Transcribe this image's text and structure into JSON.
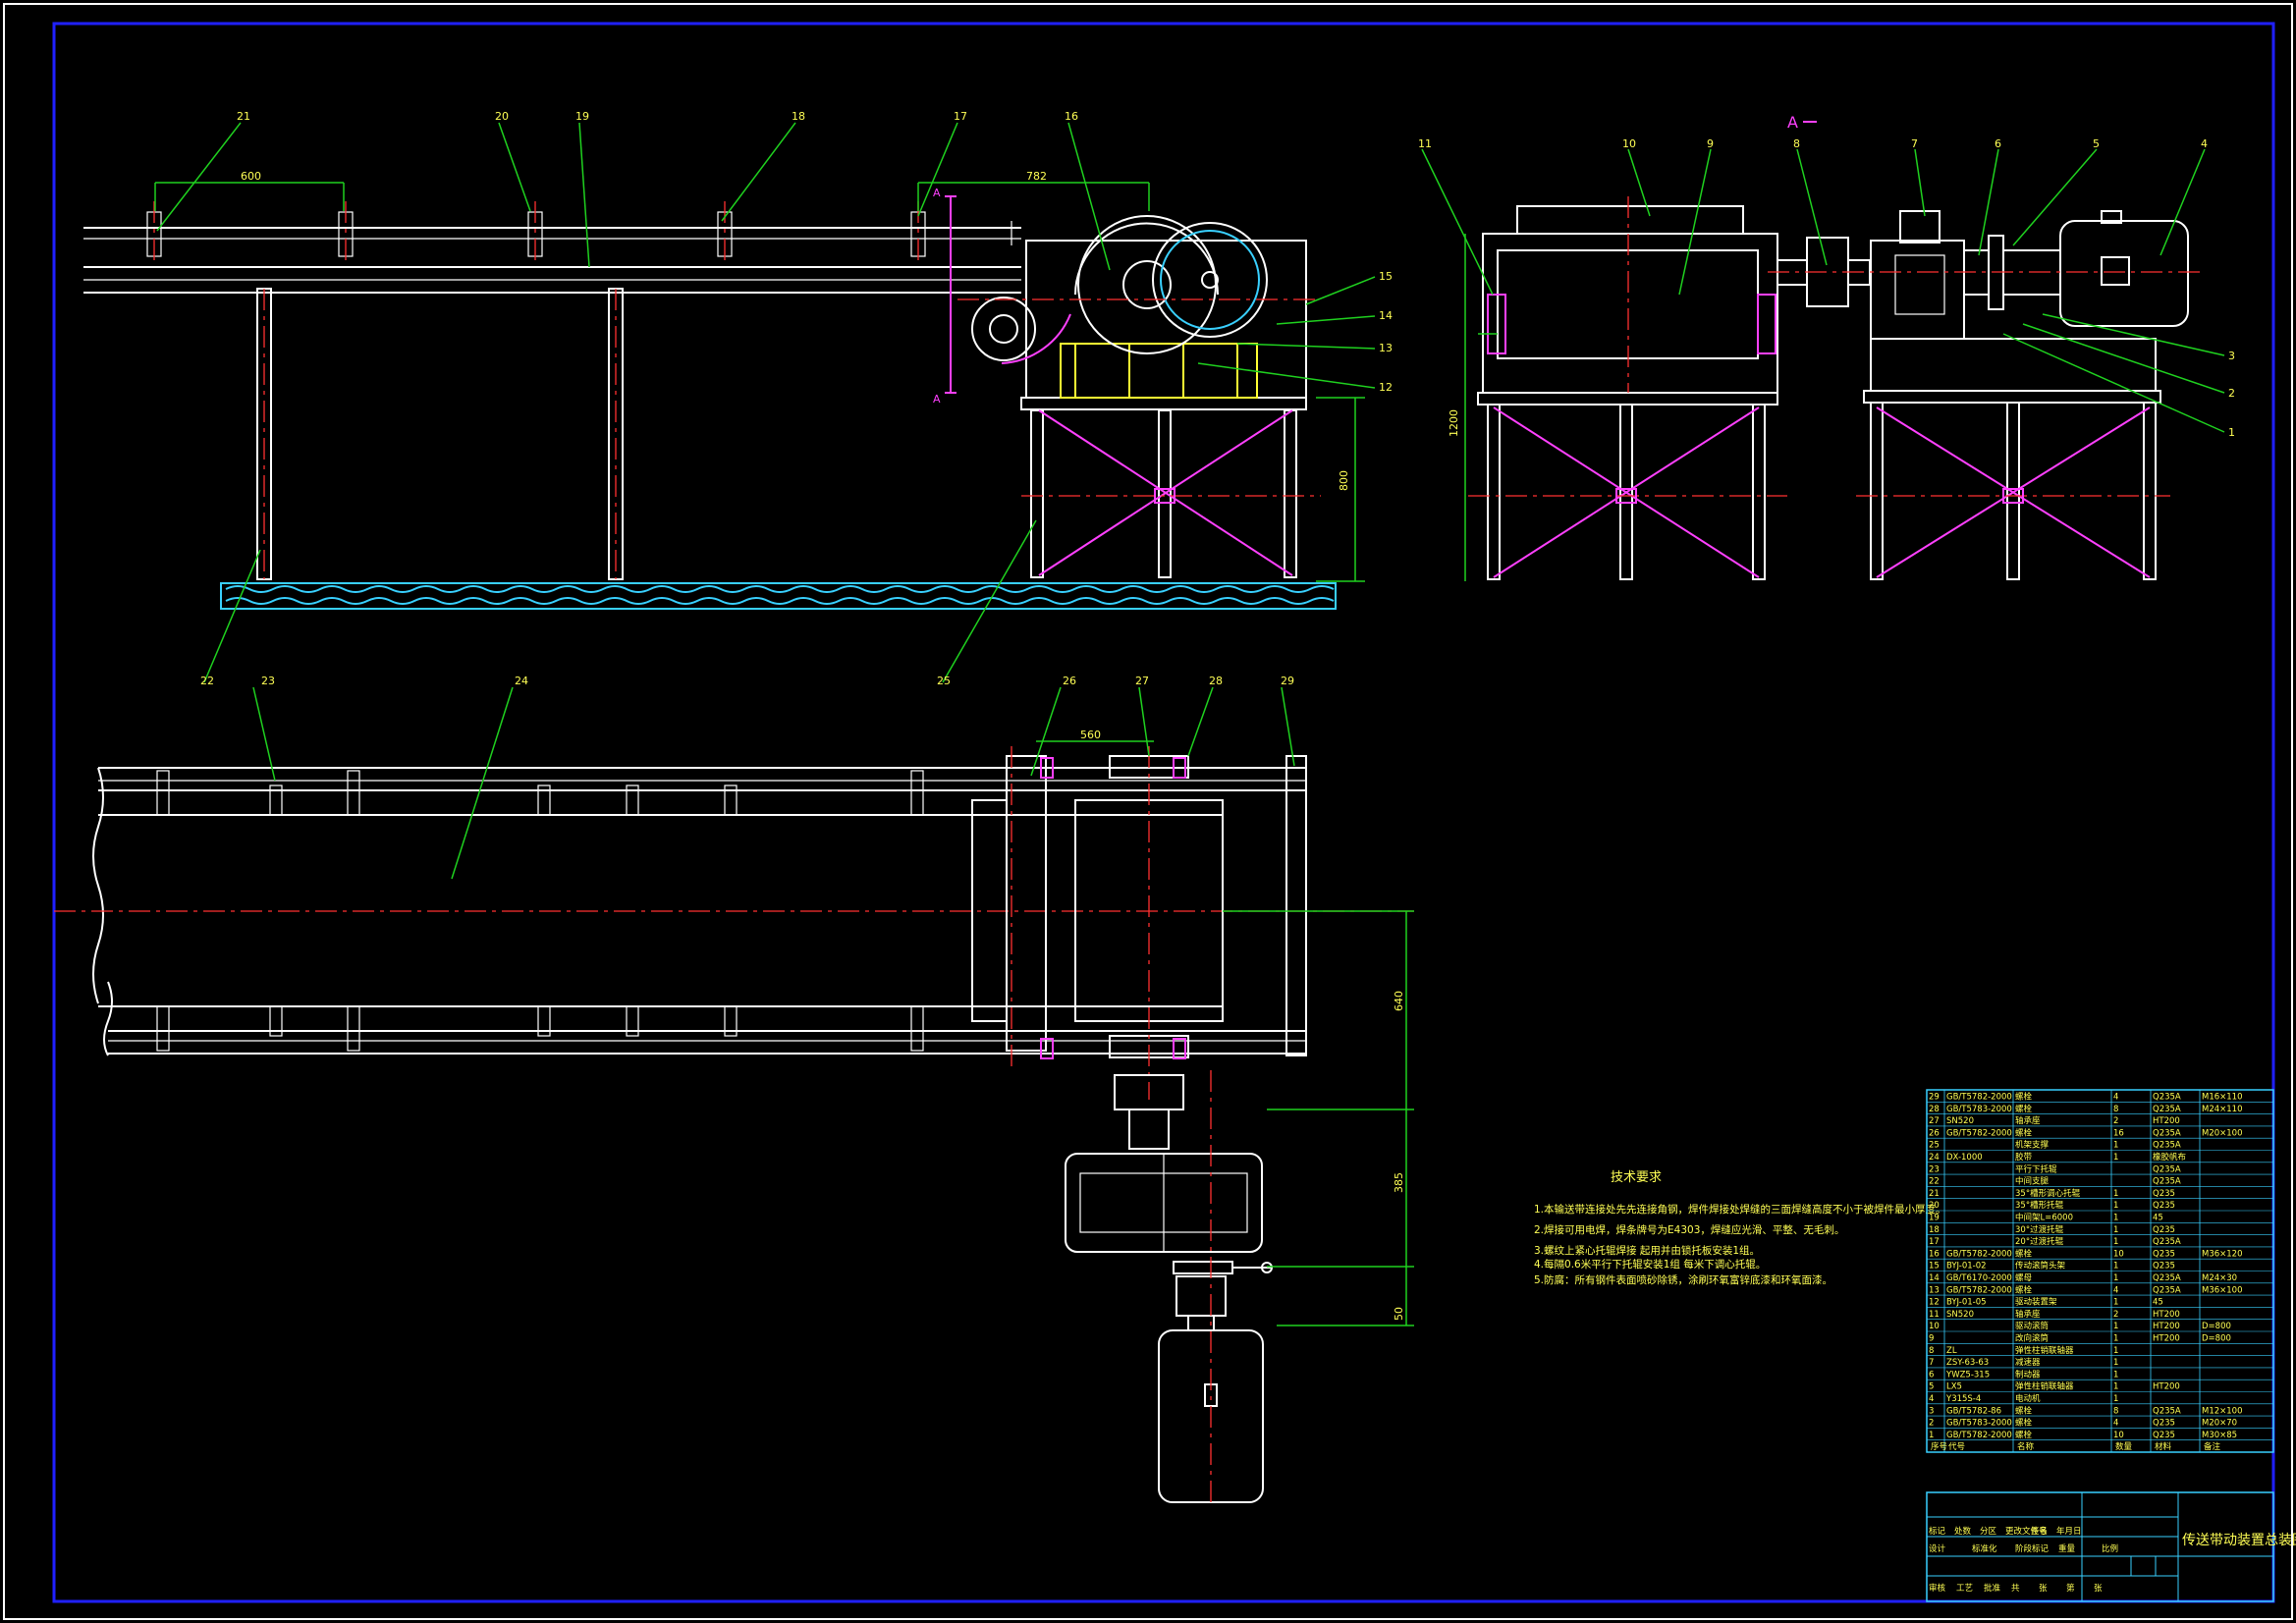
{
  "drawing": {
    "frame_colors": {
      "outer": "#ffffff",
      "inner": "#2020ff",
      "dimension": "#1fd11f",
      "center_line": "#ff3030",
      "text": "#ffff55"
    },
    "section_marker": "A",
    "balloons_front": [
      "21",
      "20",
      "19",
      "18",
      "17",
      "16",
      "15",
      "14",
      "13",
      "12"
    ],
    "balloons_side": [
      "11",
      "10",
      "9",
      "8",
      "7",
      "6",
      "5",
      "4",
      "3",
      "2",
      "1"
    ],
    "balloons_plan": [
      "22",
      "23",
      "24",
      "25",
      "26",
      "27",
      "28",
      "29"
    ],
    "dimensions": {
      "idler_spacing": "600",
      "head_span": "782",
      "frame_height": "800",
      "side_height": "1200",
      "plan_top": "560",
      "plan_a": "640",
      "plan_b": "385",
      "plan_c": "50"
    },
    "tech_req": {
      "title": "技术要求",
      "items": [
        "1.本输送带连接处先先连接角钢，焊件焊接处焊缝的三面焊缝高度不小于被焊件最小厚度。",
        "2.焊接可用电焊，焊条牌号为E4303，焊缝应光滑、平整、无毛刺。",
        "3.螺纹上紧心托辊焊接  起用并由锁托板安装1组。",
        "4.每隔0.6米平行下托辊安装1组  每米下调心托辊。",
        "5.防腐：所有钢件表面喷砂除锈，涂刷环氧富锌底漆和环氧面漆。"
      ]
    },
    "title_block": {
      "title": "传送带动装置总装图",
      "header_cells": [
        "标记",
        "处数",
        "分区",
        "更改文件号",
        "签名",
        "年月日"
      ],
      "row2_cells": [
        "设计",
        "标准化",
        "阶段标记",
        "重量",
        "比例"
      ],
      "row3_cells": [
        "审核",
        "工艺",
        "批准",
        "共",
        "张",
        "第",
        "张"
      ]
    },
    "bom_header": [
      "序号",
      "代号",
      "名称",
      "数量",
      "材料",
      "备注"
    ],
    "bom": [
      [
        "29",
        "GB/T5782-2000",
        "螺栓",
        "4",
        "Q235A",
        "M16×110"
      ],
      [
        "28",
        "GB/T5783-2000",
        "螺栓",
        "8",
        "Q235A",
        "M24×110"
      ],
      [
        "27",
        "SN520",
        "轴承座",
        "2",
        "HT200",
        ""
      ],
      [
        "26",
        "GB/T5782-2000",
        "螺栓",
        "16",
        "Q235A",
        "M20×100"
      ],
      [
        "25",
        "",
        "机架支撑",
        "1",
        "Q235A",
        ""
      ],
      [
        "24",
        "DX-1000",
        "胶带",
        "1",
        "橡胶帆布",
        ""
      ],
      [
        "23",
        "",
        "平行下托辊",
        "",
        "Q235A",
        ""
      ],
      [
        "22",
        "",
        "中间支腿",
        "",
        "Q235A",
        ""
      ],
      [
        "21",
        "",
        "35°槽形调心托辊",
        "1",
        "Q235",
        ""
      ],
      [
        "20",
        "",
        "35°槽形托辊",
        "1",
        "Q235",
        ""
      ],
      [
        "19",
        "",
        "中间架L=6000",
        "1",
        "45",
        ""
      ],
      [
        "18",
        "",
        "30°过渡托辊",
        "1",
        "Q235",
        ""
      ],
      [
        "17",
        "",
        "20°过渡托辊",
        "1",
        "Q235A",
        ""
      ],
      [
        "16",
        "GB/T5782-2000",
        "螺栓",
        "10",
        "Q235",
        "M36×120"
      ],
      [
        "15",
        "BYJ-01-02",
        "传动滚筒头架",
        "1",
        "Q235",
        ""
      ],
      [
        "14",
        "GB/T6170-2000",
        "螺母",
        "1",
        "Q235A",
        "M24×30"
      ],
      [
        "13",
        "GB/T5782-2000",
        "螺栓",
        "4",
        "Q235A",
        "M36×100"
      ],
      [
        "12",
        "BYJ-01-05",
        "驱动装置架",
        "1",
        "45",
        ""
      ],
      [
        "11",
        "SN520",
        "轴承座",
        "2",
        "HT200",
        ""
      ],
      [
        "10",
        "",
        "驱动滚筒",
        "1",
        "HT200",
        "D=800"
      ],
      [
        "9",
        "",
        "改向滚筒",
        "1",
        "HT200",
        "D=800"
      ],
      [
        "8",
        "ZL",
        "弹性柱销联轴器",
        "1",
        "",
        ""
      ],
      [
        "7",
        "ZSY-63-63",
        "减速器",
        "1",
        "",
        ""
      ],
      [
        "6",
        "YWZ5-315",
        "制动器",
        "1",
        "",
        ""
      ],
      [
        "5",
        "LX5",
        "弹性柱销联轴器",
        "1",
        "HT200",
        ""
      ],
      [
        "4",
        "Y315S-4",
        "电动机",
        "1",
        "",
        ""
      ],
      [
        "3",
        "GB/T5782-86",
        "螺栓",
        "8",
        "Q235A",
        "M12×100"
      ],
      [
        "2",
        "GB/T5783-2000",
        "螺栓",
        "4",
        "Q235",
        "M20×70"
      ],
      [
        "1",
        "GB/T5782-2000",
        "螺栓",
        "10",
        "Q235",
        "M30×85"
      ]
    ]
  }
}
